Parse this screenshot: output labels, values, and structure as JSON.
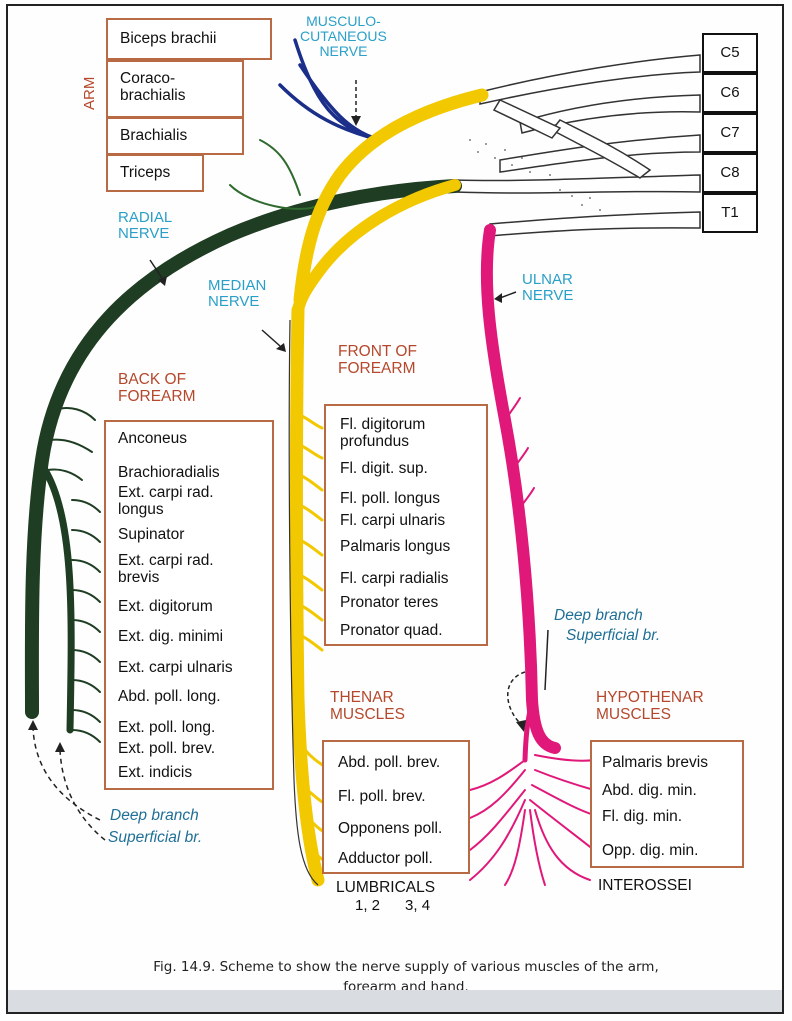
{
  "roots": [
    "C5",
    "C6",
    "C7",
    "C8",
    "T1"
  ],
  "arm": {
    "side_label": "ARM",
    "muscles": [
      "Biceps brachii",
      "Coraco-\nbrachialis",
      "Brachialis",
      "Triceps"
    ]
  },
  "nerves": {
    "musculocutaneous": "MUSCULO-\nCUTANEOUS\nNERVE",
    "radial": "RADIAL\nNERVE",
    "median": "MEDIAN\nNERVE",
    "ulnar": "ULNAR\nNERVE"
  },
  "back_forearm": {
    "title": "BACK OF\nFOREARM",
    "muscles": [
      "Anconeus",
      "Brachioradialis",
      "Ext. carpi rad.\nlongus",
      "Supinator",
      "Ext. carpi rad.\nbrevis",
      "Ext. digitorum",
      "Ext. dig. minimi",
      "Ext. carpi ulnaris",
      "Abd. poll. long.",
      "Ext. poll. long.",
      "Ext. poll. brev.",
      "Ext. indicis"
    ]
  },
  "front_forearm": {
    "title": "FRONT OF\nFOREARM",
    "muscles": [
      "Fl. digitorum\nprofundus",
      "Fl. digit. sup.",
      "Fl. poll. longus",
      "Fl. carpi ulnaris",
      "Palmaris longus",
      "Fl. carpi radialis",
      "Pronator teres",
      "Pronator quad."
    ]
  },
  "thenar": {
    "title": "THENAR\nMUSCLES",
    "muscles": [
      "Abd.  poll. brev.",
      "Fl. poll. brev.",
      "Opponens poll.",
      "Adductor poll."
    ]
  },
  "hypothenar": {
    "title": "HYPOTHENAR\nMUSCLES",
    "muscles": [
      "Palmaris brevis",
      "Abd. dig. min.",
      "Fl. dig. min.",
      "Opp. dig. min."
    ]
  },
  "radial_branches": {
    "deep": "Deep branch",
    "superficial": "Superficial br."
  },
  "ulnar_branches": {
    "deep": "Deep branch",
    "superficial": "Superficial br."
  },
  "lumbricals": {
    "label": "LUMBRICALS",
    "numbers": "1, 2      3, 4"
  },
  "interossei": "INTEROSSEI",
  "caption": "Fig. 14.9. Scheme to show the nerve supply of various muscles of the arm,\nforearm and hand.",
  "colors": {
    "radial": "#1f3d22",
    "median": "#f2c800",
    "ulnar": "#e0187a",
    "musculocutaneous": "#1a2e8a",
    "arm_branch": "#2f6a2f",
    "box_border": "#b86a45",
    "label_blue": "#2aa0c8",
    "label_red": "#b5482c"
  }
}
